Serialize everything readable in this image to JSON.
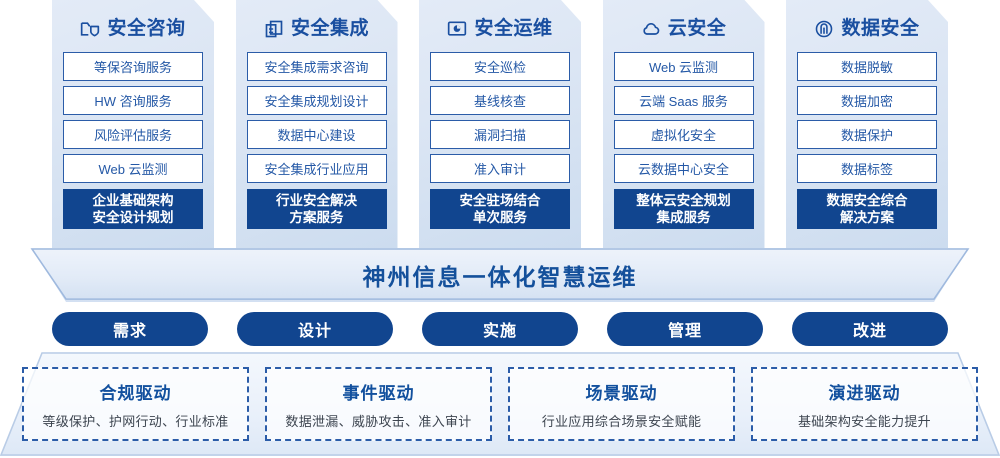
{
  "pillars": [
    {
      "icon": "folder-shield-icon",
      "title": "安全咨询",
      "items": [
        "等保咨询服务",
        "HW 咨询服务",
        "风险评估服务",
        "Web 云监测"
      ],
      "highlight": [
        "企业基础架构",
        "安全设计规划"
      ]
    },
    {
      "icon": "stacked-documents-icon",
      "title": "安全集成",
      "items": [
        "安全集成需求咨询",
        "安全集成规划设计",
        "数据中心建设",
        "安全集成行业应用"
      ],
      "highlight": [
        "行业安全解决",
        "方案服务"
      ]
    },
    {
      "icon": "monitor-chart-icon",
      "title": "安全运维",
      "items": [
        "安全巡检",
        "基线核查",
        "漏洞扫描",
        "准入审计"
      ],
      "highlight": [
        "安全驻场结合",
        "单次服务"
      ]
    },
    {
      "icon": "cloud-icon",
      "title": "云安全",
      "items": [
        "Web 云监测",
        "云端 Saas 服务",
        "虚拟化安全",
        "云数据中心安全"
      ],
      "highlight": [
        "整体云安全规划",
        "集成服务"
      ]
    },
    {
      "icon": "fingerprint-icon",
      "title": "数据安全",
      "items": [
        "数据脱敏",
        "数据加密",
        "数据保护",
        "数据标签"
      ],
      "highlight": [
        "数据安全综合",
        "解决方案"
      ]
    }
  ],
  "banner": {
    "text": "神州信息一体化智慧运维"
  },
  "phases": [
    "需求",
    "设计",
    "实施",
    "管理",
    "改进"
  ],
  "drivers": [
    {
      "title": "合规驱动",
      "subtitle": "等级保护、护网行动、行业标准"
    },
    {
      "title": "事件驱动",
      "subtitle": "数据泄漏、威胁攻击、准入审计"
    },
    {
      "title": "场景驱动",
      "subtitle": "行业应用综合场景安全赋能"
    },
    {
      "title": "演进驱动",
      "subtitle": "基础架构安全能力提升"
    }
  ],
  "colors": {
    "brand_blue": "#11458f",
    "title_blue": "#1a4fa0",
    "panel_border": "#2b5ca8",
    "panel_bg": "#dce6f4"
  }
}
